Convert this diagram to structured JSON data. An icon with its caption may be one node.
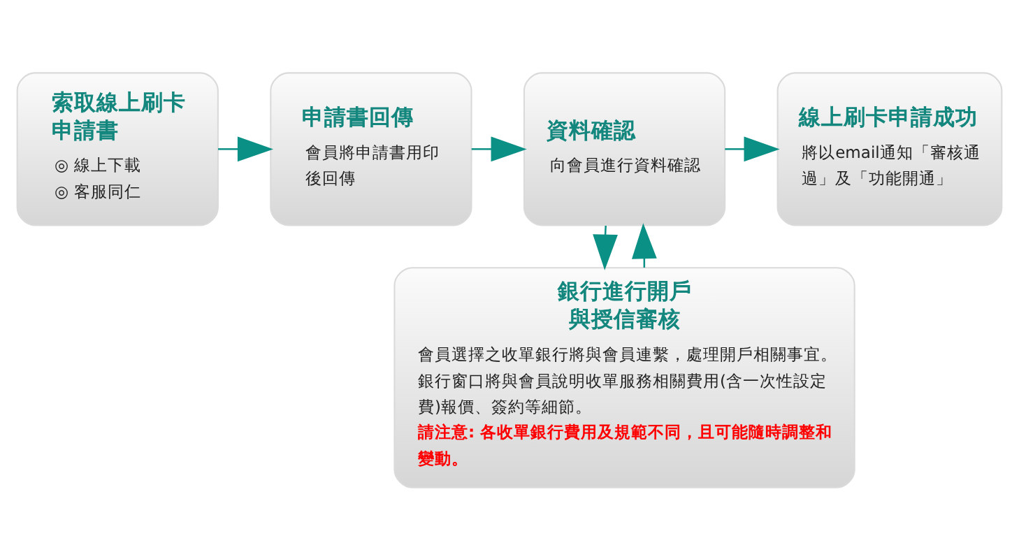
{
  "diagram": {
    "nodes": [
      {
        "text": [
          "索取線上刷卡申請書",
          "◎ 線上下載",
          "◎ 客服同仁"
        ]
      },
      {
        "text": [
          "申請書回傳",
          "會員將申請書用印後回傳"
        ]
      },
      {
        "text": [
          "資料確認",
          "向會員進行資料確認"
        ]
      },
      {
        "text": [
          "線上刷卡申請成功",
          "將以email通知「審核通過」及「功能開通」"
        ]
      },
      {
        "text": [
          "銀行進行開戶與授信審核",
          "會員選擇之收單銀行將與會員連繫，處理開戶相關事宜。銀行窗口將與會員說明收單服務相關費用(含一次性設定費)報價、簽約等細節。",
          "請注意: 各收單銀行費用及規範不同，且可能隨時調整和變動。"
        ]
      }
    ],
    "edges": [
      {
        "from": 0,
        "to": 1,
        "arrow": "to"
      },
      {
        "from": 1,
        "to": 2,
        "arrow": "to"
      },
      {
        "from": 2,
        "to": 3,
        "arrow": "to"
      },
      {
        "from": 2,
        "to": 4,
        "arrow": "to"
      },
      {
        "from": 4,
        "to": 2,
        "arrow": "to"
      }
    ]
  }
}
